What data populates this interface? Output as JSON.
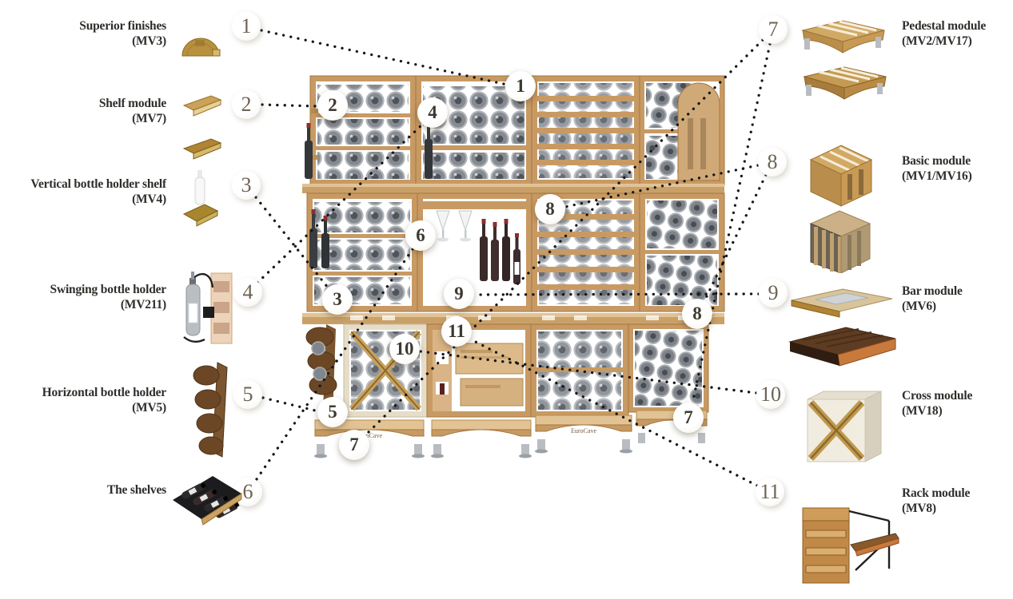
{
  "modules_left": [
    {
      "num": "1",
      "name": "Superior finishes",
      "code": "(MV3)"
    },
    {
      "num": "2",
      "name": "Shelf module",
      "code": "(MV7)"
    },
    {
      "num": "3",
      "name": "Vertical bottle holder shelf",
      "code": "(MV4)"
    },
    {
      "num": "4",
      "name": "Swinging bottle holder",
      "code": "(MV211)"
    },
    {
      "num": "5",
      "name": "Horizontal bottle holder",
      "code": "(MV5)"
    },
    {
      "num": "6",
      "name": "The shelves",
      "code": ""
    }
  ],
  "modules_right": [
    {
      "num": "7",
      "name": "Pedestal module",
      "code": "(MV2/MV17)"
    },
    {
      "num": "8",
      "name": "Basic module",
      "code": "(MV1/MV16)"
    },
    {
      "num": "9",
      "name": "Bar module",
      "code": "(MV6)"
    },
    {
      "num": "10",
      "name": "Cross module",
      "code": "(MV18)"
    },
    {
      "num": "11",
      "name": "Rack module",
      "code": "(MV8)"
    }
  ],
  "center_markers": [
    "1",
    "2",
    "4",
    "8",
    "6",
    "3",
    "9",
    "11",
    "10",
    "8",
    "5",
    "7",
    "7"
  ],
  "illustration": {
    "brand": "EuroCave"
  },
  "colors": {
    "dot": "#161616",
    "wood": "#c89a63",
    "wood_light": "#e2c394",
    "wood_dark": "#a6763f",
    "bottle_glass": "#868b92",
    "number_side": "#6d6352",
    "number_center": "#3e3930"
  }
}
